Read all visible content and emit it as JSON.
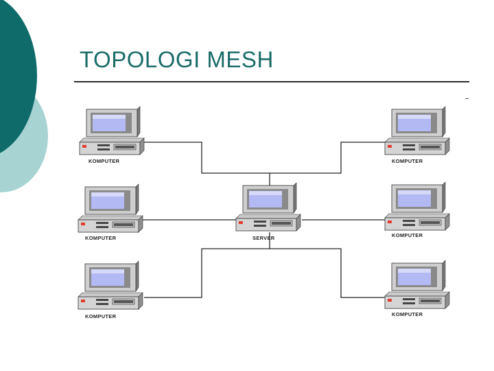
{
  "slide": {
    "title": "TOPOLOGI MESH",
    "accent_dark": "#0e6b69",
    "accent_light": "#a7d3d2"
  },
  "diagram": {
    "server_label": "SERVER",
    "client_label": "KOMPUTER",
    "nodes": [
      {
        "role": "client",
        "label": "KOMPUTER"
      },
      {
        "role": "client",
        "label": "KOMPUTER"
      },
      {
        "role": "client",
        "label": "KOMPUTER"
      },
      {
        "role": "server",
        "label": "SERVER"
      },
      {
        "role": "client",
        "label": "KOMPUTER"
      },
      {
        "role": "client",
        "label": "KOMPUTER"
      },
      {
        "role": "client",
        "label": "KOMPUTER"
      }
    ]
  }
}
